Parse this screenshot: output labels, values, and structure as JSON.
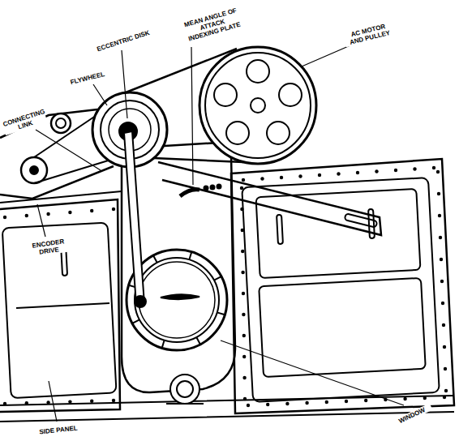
{
  "diagram": {
    "labels": [
      "MEAN ANGLE OF ATTACK INDEXING PLATE",
      "ECCENTRIC DISK",
      "AC MOTOR AND PULLEY",
      "FLYWHEEL",
      "CONNECTING LINK",
      "ENCODER DRIVE",
      "WINDOW",
      "SIDE PANEL"
    ]
  }
}
